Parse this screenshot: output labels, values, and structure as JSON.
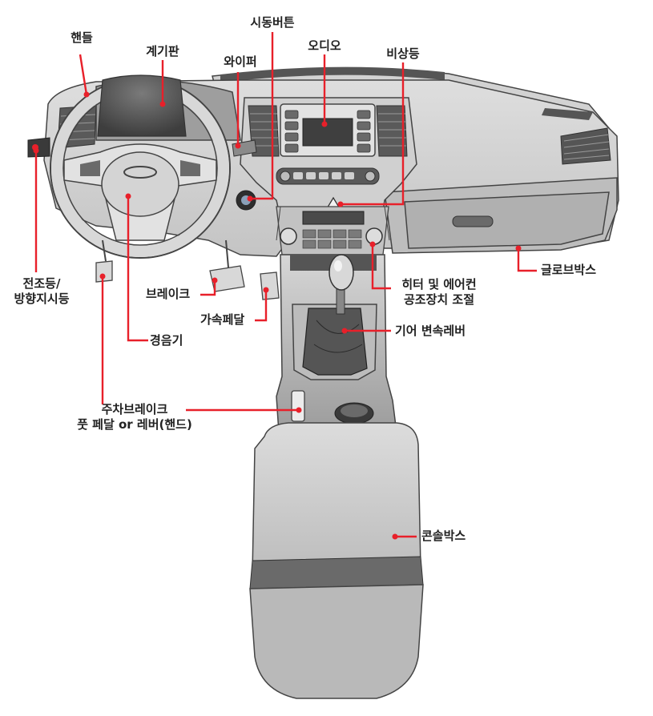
{
  "labels": {
    "handle": "핸들",
    "gauge": "계기판",
    "wiper": "와이퍼",
    "start_button": "시동버튼",
    "audio": "오디오",
    "hazard": "비상등",
    "headlight_line1": "전조등/",
    "headlight_line2": "방향지시등",
    "brake": "브레이크",
    "accelerator": "가속페달",
    "horn": "경음기",
    "glovebox": "글로브박스",
    "climate_line1": "히터 및 에어컨",
    "climate_line2": "공조장치 조절",
    "gear": "기어 변속레버",
    "parking_line1": "주차브레이크",
    "parking_line2": "풋 페달 or 레버(핸드)",
    "console": "콘솔박스"
  },
  "colors": {
    "leader": "#e8202a",
    "outline": "#444444",
    "body_light": "#e4e4e4",
    "body_mid": "#c8c8c8",
    "body_dark": "#8f8f8f",
    "screen": "#4a4a4a"
  }
}
